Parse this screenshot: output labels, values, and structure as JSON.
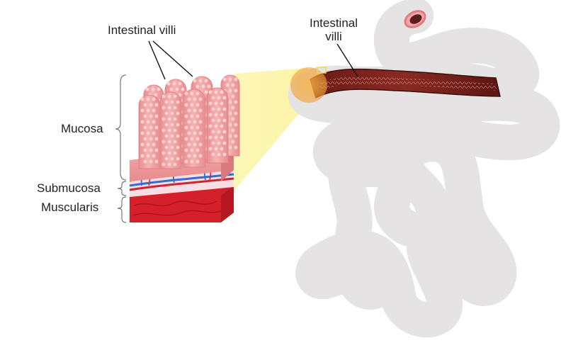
{
  "labels": {
    "villi_left": "Intestinal villi",
    "villi_right_line1": "Intestinal",
    "villi_right_line2": "villi",
    "mucosa": "Mucosa",
    "submucosa": "Submucosa",
    "muscularis": "Muscularis"
  },
  "colors": {
    "intestine_fill": "#f4a5a8",
    "intestine_outline": "#e07f86",
    "intestine_shadow": "#e6e4e5",
    "villi_fill": "#f3aaa9",
    "villi_dots": "#fbd8d6",
    "muscularis_red": "#d6222d",
    "submucosa_pink": "#f8dde3",
    "magnifier_beam": "#fbf5a8",
    "highlight_orange": "#f4a93b",
    "cut_section_dark": "#5a1412"
  }
}
